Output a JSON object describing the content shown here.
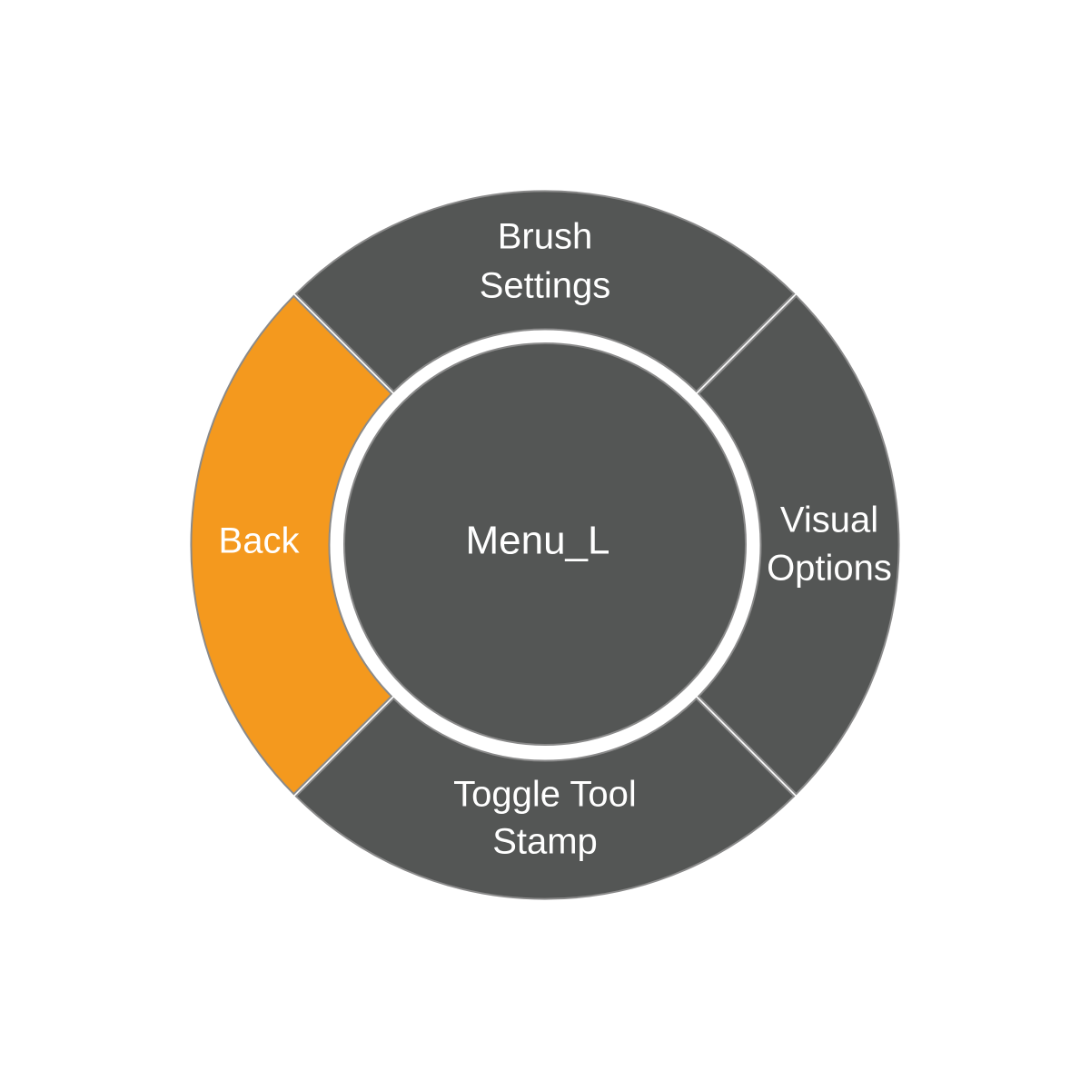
{
  "menu": {
    "center": {
      "label": "Menu_L",
      "color": "#545655"
    },
    "segments": [
      {
        "id": "brush-settings",
        "lines": [
          "Brush",
          "Settings"
        ],
        "color": "#545655",
        "selected": false
      },
      {
        "id": "visual-options",
        "lines": [
          "Visual",
          "Options"
        ],
        "color": "#545655",
        "selected": false
      },
      {
        "id": "toggle-tool-stamp",
        "lines": [
          "Toggle Tool",
          "Stamp"
        ],
        "color": "#545655",
        "selected": false
      },
      {
        "id": "back",
        "lines": [
          "Back"
        ],
        "color": "#f4991e",
        "selected": true
      }
    ],
    "colors": {
      "background": "#ffffff",
      "segment": "#545655",
      "highlight": "#f4991e",
      "outline": "#8a8a8a",
      "text": "#ffffff"
    }
  }
}
